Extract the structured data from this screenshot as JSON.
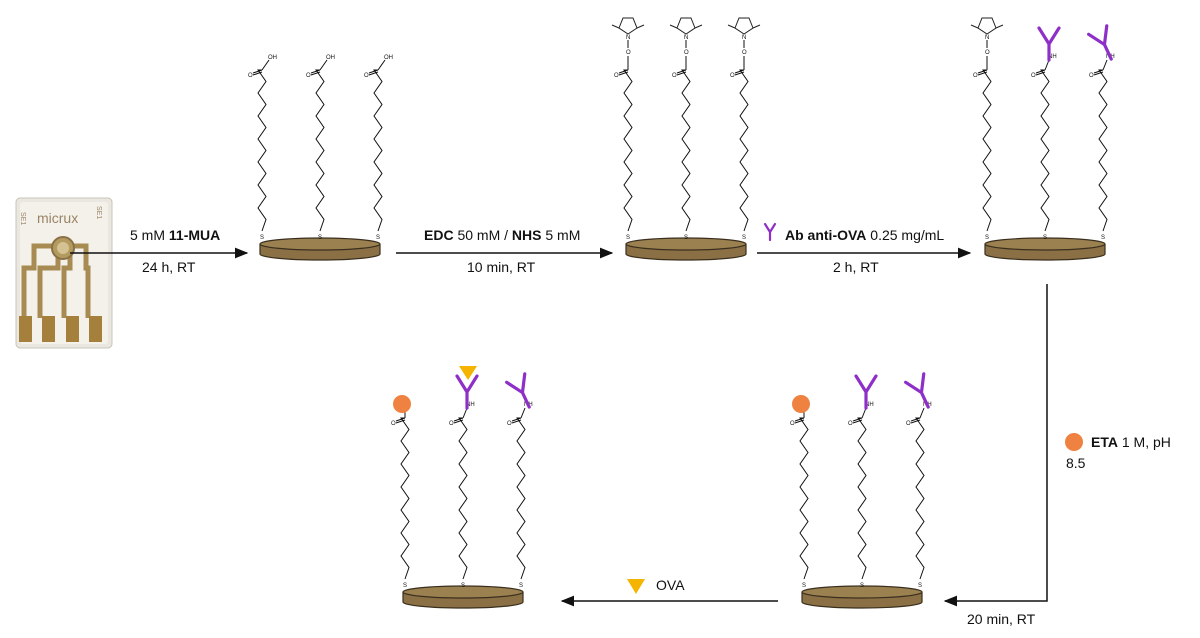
{
  "chip": {
    "brand": "micrux",
    "se_left": "SE1",
    "se_right": "SE1"
  },
  "steps": {
    "mua": {
      "pre": "5 mM ",
      "bold": "11-MUA",
      "time": "24 h, RT"
    },
    "edc": {
      "b1": "EDC",
      "t1": " 50 mM / ",
      "b2": "NHS",
      "t2": " 5 mM",
      "time": "10 min, RT"
    },
    "ab": {
      "bold": "Ab anti-OVA",
      "rest": " 0.25 mg/mL",
      "time": "2 h, RT"
    },
    "eta": {
      "bold": "ETA",
      "rest": " 1 M, pH",
      "line2": "8.5",
      "time": "20 min, RT"
    },
    "ova": {
      "bold": "OVA"
    }
  },
  "chem": {
    "oh": "OH",
    "nh": "NH",
    "n": "N",
    "o": "O",
    "s": "S"
  },
  "colors": {
    "gold": "#8a7044",
    "goldEdge": "#3a2f1e",
    "antibody": "#8e2fc8",
    "eta": "#ef8240",
    "ova": "#f4b400",
    "line": "#111111"
  }
}
